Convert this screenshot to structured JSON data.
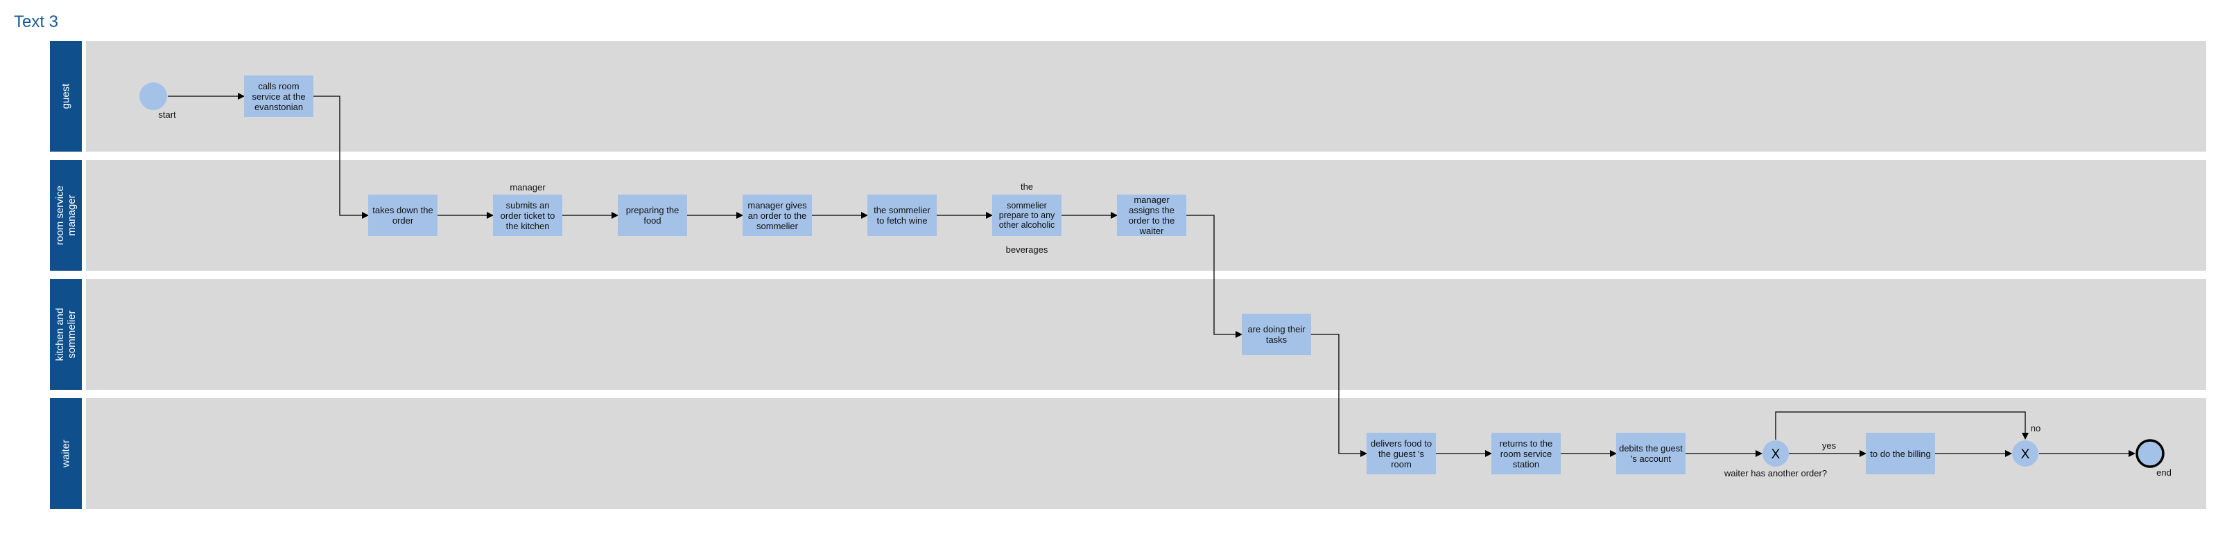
{
  "title": "Text 3",
  "lanes": [
    {
      "label": "guest"
    },
    {
      "label": "room service manager"
    },
    {
      "label": "kitchen and sommelier"
    },
    {
      "label": "waiter"
    }
  ],
  "events": {
    "start": {
      "label": "start"
    },
    "end": {
      "label": "end"
    }
  },
  "tasks": [
    {
      "text": "calls room service at the evanstonian"
    },
    {
      "text": "takes down the order"
    },
    {
      "text": "submits an order ticket to the kitchen"
    },
    {
      "text": "preparing the food"
    },
    {
      "text": "manager gives an order to the sommelier"
    },
    {
      "text": "the sommelier to fetch wine"
    },
    {
      "text": "sommelier prepare to any other alcoholic"
    },
    {
      "text": "manager assigns the order to the waiter"
    },
    {
      "text": "are doing their tasks"
    },
    {
      "text": "delivers food to the guest 's room"
    },
    {
      "text": "returns to the room service station"
    },
    {
      "text": "debits the guest 's account"
    },
    {
      "text": "to do the billing"
    }
  ],
  "annotations": {
    "manager_above": "manager",
    "the_above": "the",
    "beverages_below": "beverages"
  },
  "gateways": {
    "split": {
      "symbol": "X",
      "label": "waiter has another order?"
    },
    "merge": {
      "symbol": "X"
    }
  },
  "flow_labels": {
    "yes": "yes",
    "no": "no"
  }
}
